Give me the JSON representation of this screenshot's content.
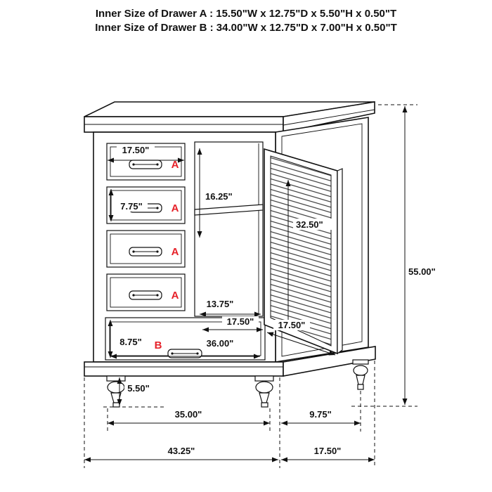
{
  "header": {
    "line1": "Inner Size of Drawer A : 15.50\"W x 12.75\"D x 5.50\"H x 0.50\"T",
    "line2": "Inner Size of Drawer B : 34.00\"W x 12.75\"D x 7.00\"H x 0.50\"T"
  },
  "colors": {
    "accent_red": "#e62129",
    "line": "#111111"
  },
  "drawer_labels": {
    "a": "A",
    "b": "B"
  },
  "dimensions": {
    "drawer_a_width": "17.50\"",
    "upper_drawers_height": "16.25\"",
    "drawer_a_front_height": "7.75\"",
    "door_panel_height": "32.50\"",
    "overall_height": "55.00\"",
    "shelf_depth": "13.75\"",
    "door_opening_width": "17.50\"",
    "door_panel_width": "17.50\"",
    "drawer_b_front_height": "8.75\"",
    "drawer_b_width": "36.00\"",
    "leg_height": "5.50\"",
    "front_leg_span": "35.00\"",
    "side_leg_span": "9.75\"",
    "overall_width": "43.25\"",
    "overall_depth": "17.50\""
  }
}
